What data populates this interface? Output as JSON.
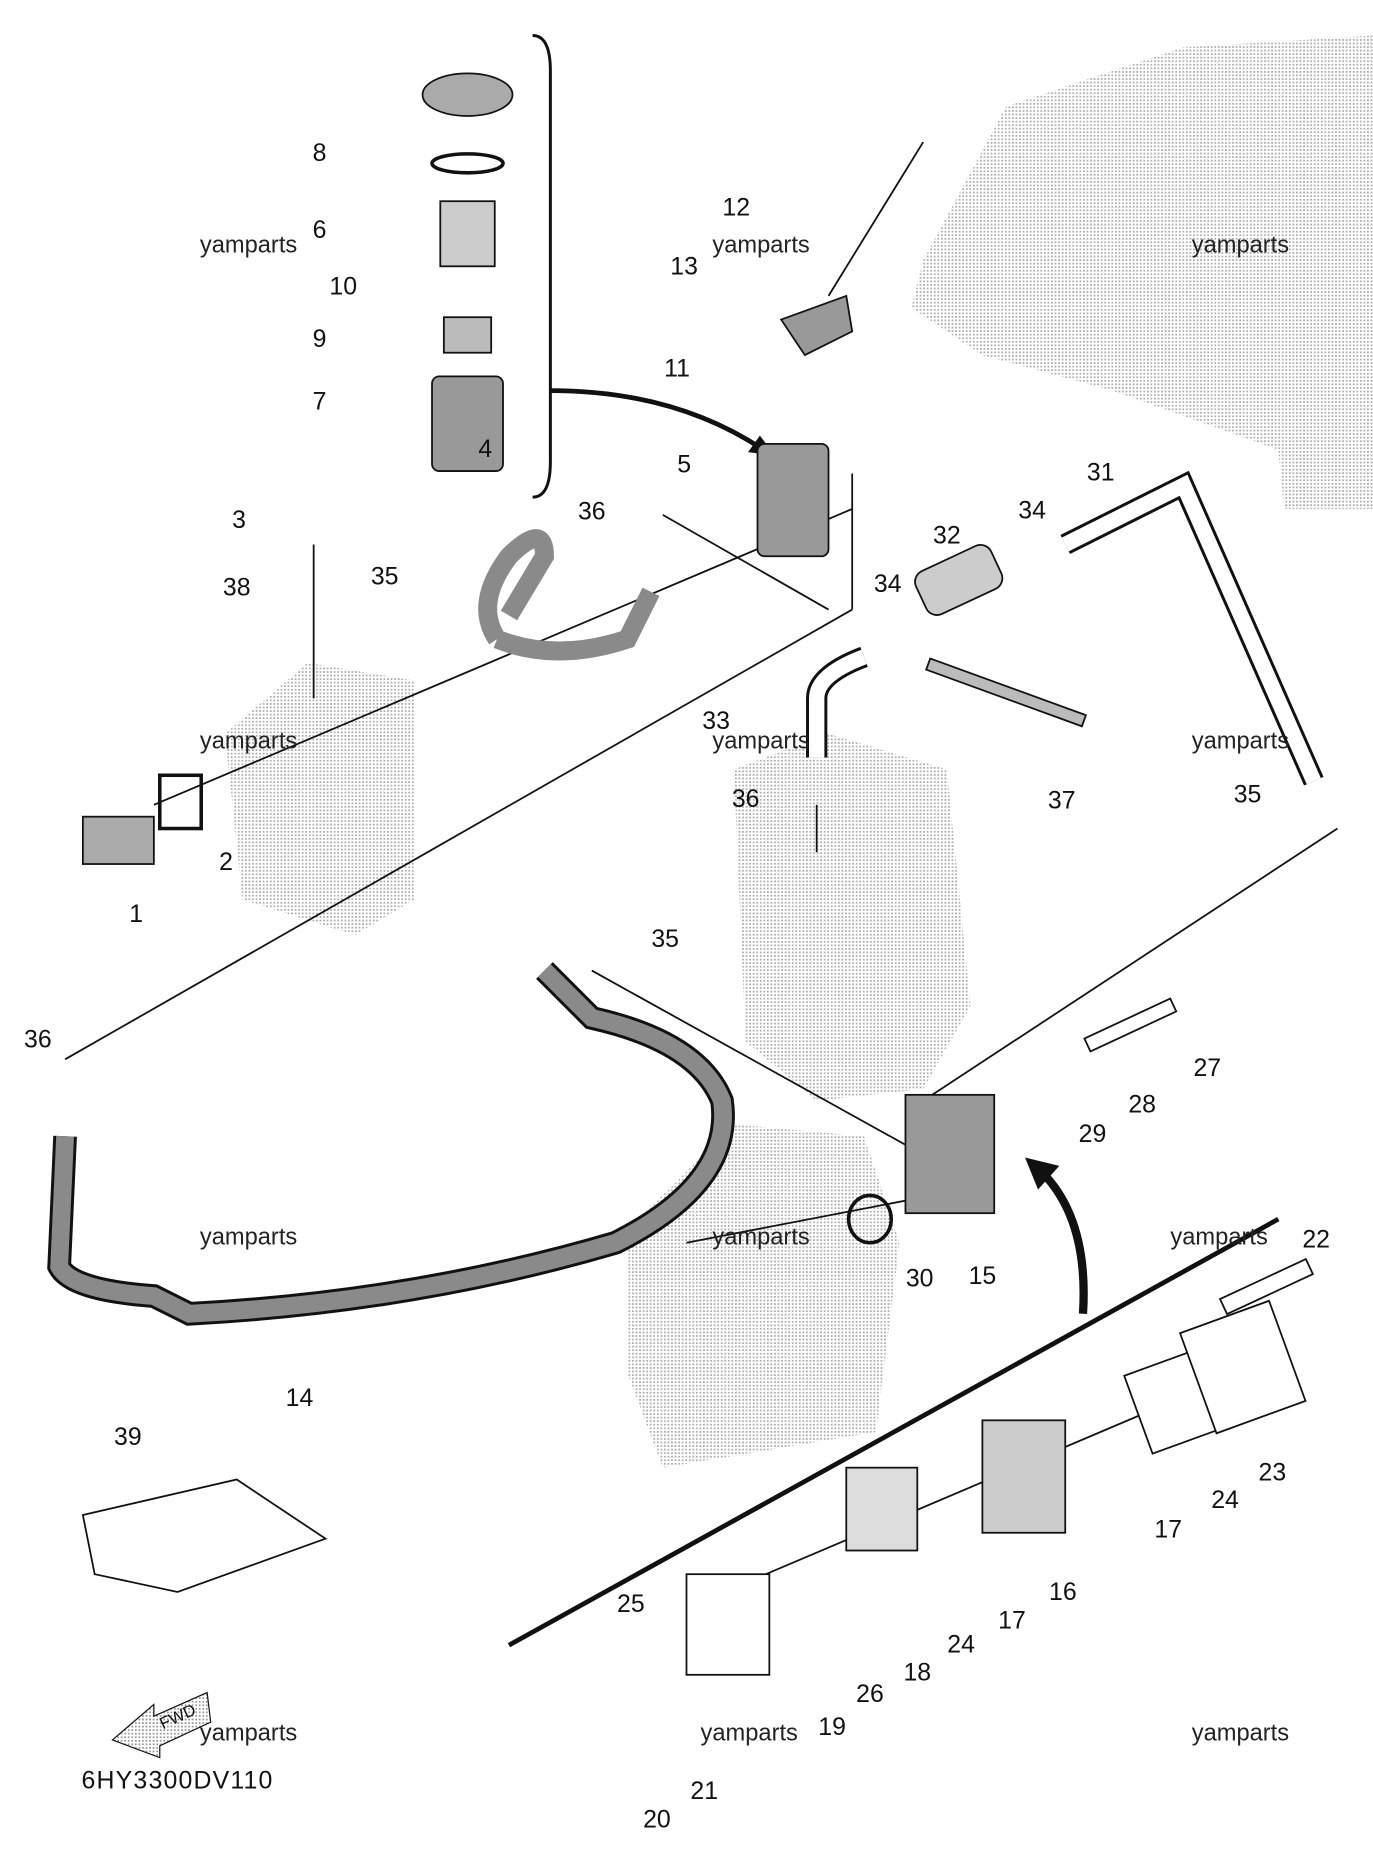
{
  "diagram_code": "6HY3300DV110",
  "watermark": "yamparts",
  "fwd_label": "FWD",
  "callouts": [
    "8",
    "6",
    "10",
    "9",
    "7",
    "12",
    "13",
    "11",
    "5",
    "3",
    "4",
    "36",
    "38",
    "35",
    "32",
    "34",
    "31",
    "34",
    "33",
    "36",
    "37",
    "35",
    "1",
    "2",
    "35",
    "36",
    "27",
    "28",
    "29",
    "30",
    "15",
    "22",
    "14",
    "39",
    "23",
    "24",
    "17",
    "16",
    "17",
    "24",
    "25",
    "18",
    "19",
    "26",
    "21",
    "20"
  ],
  "colors": {
    "line": "#111111",
    "shade": "#bdbdbd",
    "hose": "#8a8a8a"
  }
}
